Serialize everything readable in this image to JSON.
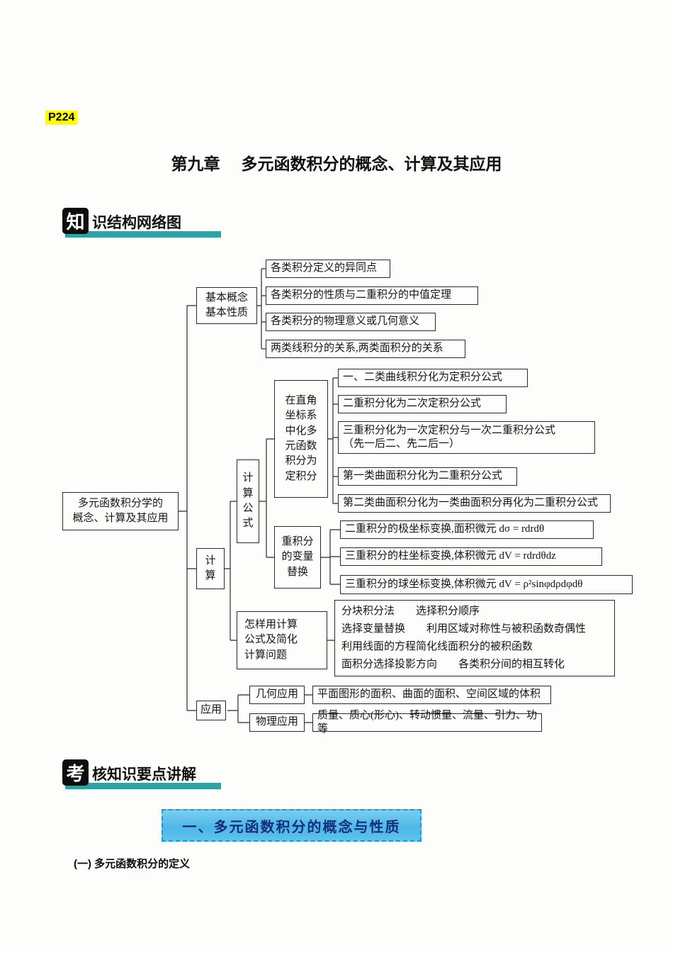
{
  "page": {
    "page_ref": "P224",
    "chapter": {
      "label": "第九章",
      "title": "多元函数积分的概念、计算及其应用"
    },
    "section_knowledge": {
      "badge": "知",
      "title": "识结构网络图"
    },
    "section_exam": {
      "badge": "考",
      "title": "核知识要点讲解"
    },
    "topic_banner": "一、多元函数积分的概念与性质",
    "subsection": "(一) 多元函数积分的定义"
  },
  "colors": {
    "accent_teal": "#2fa3a3",
    "banner_blue": "#4db7e6",
    "banner_text": "#142f7c",
    "highlight_yellow": "#ffff00"
  },
  "tree": {
    "root": "多元函数积分学的\n概念、计算及其应用",
    "basic": {
      "label": "基本概念\n基本性质",
      "leaves": [
        "各类积分定义的异同点",
        "各类积分的性质与二重积分的中值定理",
        "各类积分的物理意义或几何意义",
        "两类线积分的关系,两类面积分的关系"
      ]
    },
    "calc": {
      "label": "计\n算",
      "formula": {
        "label": "计\n算\n公\n式",
        "rect": {
          "label": "在直角\n坐标系\n中化多\n元函数\n积分为\n定积分",
          "leaves": [
            "一、二类曲线积分化为定积分公式",
            "二重积分化为二次定积分公式",
            "三重积分化为一次定积分与一次二重积分公式\n（先一后二、先二后一）",
            "第一类曲面积分化为二重积分公式",
            "第二类曲面积分化为一类曲面积分再化为二重积分公式"
          ]
        },
        "subst": {
          "label": "重积分\n的变量\n替换",
          "leaves": [
            "二重积分的极坐标变换,面积微元 dσ = rdrdθ",
            "三重积分的柱坐标变换,体积微元 dV = rdrdθdz",
            "三重积分的球坐标变换,体积微元 dV = ρ²sinφdρdφdθ"
          ]
        }
      },
      "howto": {
        "label": "怎样用计算\n公式及简化\n计算问题",
        "content": "分块积分法　　选择积分顺序\n选择变量替换　　利用区域对称性与被积函数奇偶性\n利用线面的方程简化线面积分的被积函数\n面积分选择投影方向　　各类积分间的相互转化"
      }
    },
    "app": {
      "label": "应用",
      "geo": {
        "label": "几何应用",
        "leaf": "平面图形的面积、曲面的面积、空间区域的体积"
      },
      "phy": {
        "label": "物理应用",
        "leaf": "质量、质心(形心)、转动惯量、流量、引力、功等"
      }
    }
  }
}
